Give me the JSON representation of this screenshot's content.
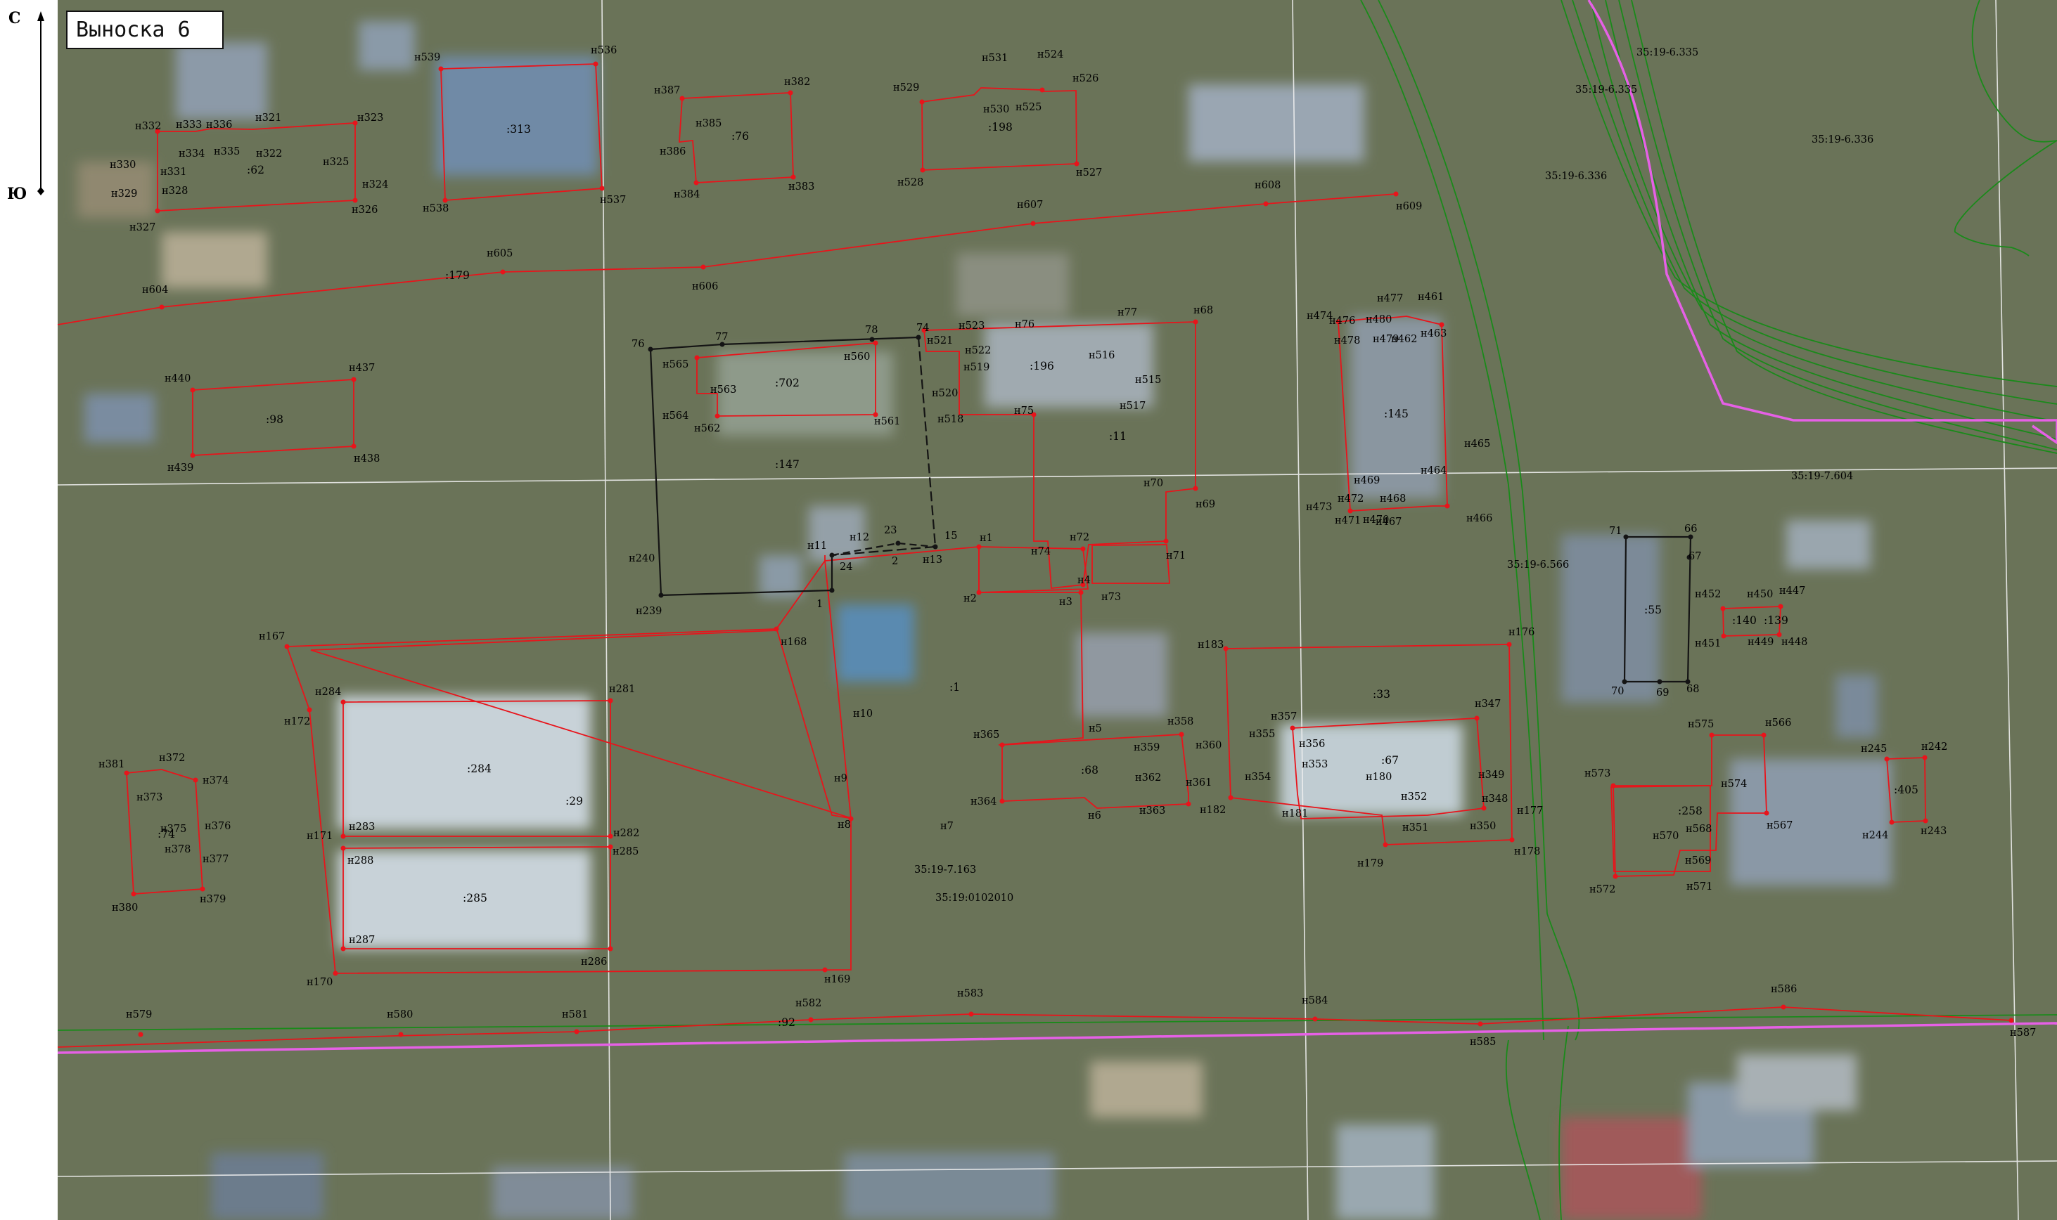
{
  "title": "Выноска 6",
  "compass": {
    "north": "С",
    "south": "Ю"
  },
  "colors": {
    "parcel": "#e8141b",
    "parcel_existing": "#141414",
    "contour": "#1a8a1a",
    "boundary": "#e660e6",
    "grid": "#f0f0f0",
    "vertex": "#e8141b",
    "background": "#6a7358"
  },
  "zone_labels": [
    "35:19-6.335",
    "35:19-6.335",
    "35:19-6.336",
    "35:19-6.336",
    "35:19-7.604",
    "35:19-6.566",
    "35:19-7.163",
    "35:19:0102010"
  ],
  "block_labels": [
    ":313",
    ":76",
    ":198",
    ":62",
    ":179",
    ":702",
    ":196",
    ":98",
    ":147",
    ":11",
    ":145",
    ":55",
    ":140",
    ":139",
    ":1",
    ":33",
    ":284",
    ":29",
    ":68",
    ":67",
    ":74",
    ":285",
    ":258",
    ":405",
    ":92"
  ],
  "point_labels": [
    "н539",
    "н536",
    "н387",
    "н382",
    "н529",
    "н531",
    "н524",
    "н526",
    "н530",
    "н525",
    "н332",
    "н333",
    "н336",
    "н321",
    "н323",
    "н334",
    "н335",
    "н322",
    "н385",
    "н386",
    "н330",
    "н331",
    "н325",
    "н324",
    "н329",
    "н328",
    "н326",
    "н327",
    "н538",
    "н537",
    "н384",
    "н383",
    "н528",
    "н527",
    "н607",
    "н608",
    "н609",
    "н605",
    "н604",
    "н606",
    "н474",
    "н476",
    "н480",
    "н477",
    "н461",
    "н478",
    "н479",
    "н462",
    "н463",
    "76",
    "77",
    "78",
    "74",
    "н521",
    "н523",
    "н76",
    "н77",
    "н68",
    "н565",
    "н560",
    "н522",
    "н519",
    "н516",
    "н563",
    "н520",
    "н515",
    "н564",
    "н562",
    "н561",
    "н518",
    "н75",
    "н517",
    "н440",
    "н437",
    "н439",
    "н438",
    "н465",
    "н464",
    "н469",
    "н473",
    "н472",
    "н468",
    "н471",
    "н470",
    "н467",
    "н466",
    "н70",
    "н69",
    "н12",
    "23",
    "15",
    "н1",
    "н72",
    "н11",
    "2",
    "н13",
    "н240",
    "24",
    "н74",
    "н71",
    "н4",
    "1",
    "н2",
    "н3",
    "н73",
    "н239",
    "71",
    "66",
    "67",
    "н452",
    "н450",
    "н447",
    "н451",
    "н449",
    "н448",
    "н167",
    "н168",
    "н183",
    "н176",
    "н284",
    "н281",
    "н347",
    "70",
    "69",
    "68",
    "н172",
    "н10",
    "н357",
    "н355",
    "н356",
    "н575",
    "н566",
    "н365",
    "н5",
    "н358",
    "н359",
    "н360",
    "н353",
    "н381",
    "н372",
    "н374",
    "н373",
    "н9",
    "н354",
    "н180",
    "н349",
    "н573",
    "н574",
    "н245",
    "н242",
    "н362",
    "н361",
    "н352",
    "н348",
    "н375",
    "н376",
    "н171",
    "н283",
    "н282",
    "н364",
    "н6",
    "н363",
    "н182",
    "н181",
    "н351",
    "н350",
    "н177",
    "н570",
    "н568",
    "н567",
    "н244",
    "н243",
    "н378",
    "н8",
    "н7",
    "н178",
    "н377",
    "н288",
    "н285",
    "н179",
    "н569",
    "н380",
    "н379",
    "н572",
    "н571",
    "н287",
    "н286",
    "н170",
    "н169",
    "н586",
    "н583",
    "н582",
    "н584",
    "н579",
    "н580",
    "н581",
    "н585",
    "н587"
  ]
}
